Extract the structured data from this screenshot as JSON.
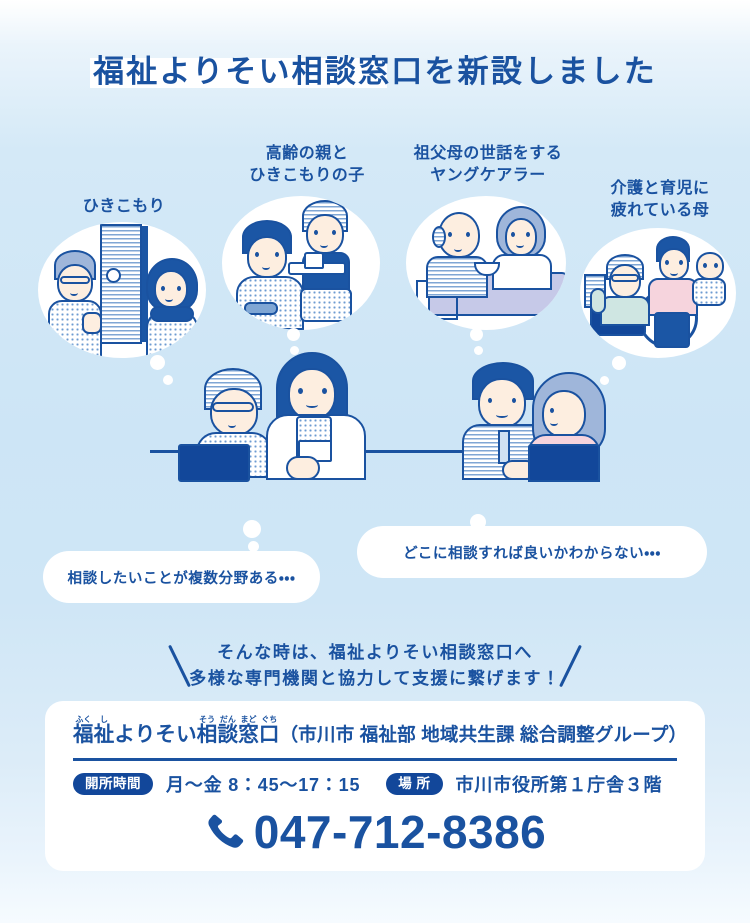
{
  "theme": {
    "brand_blue": "#1a52a0",
    "deep_blue": "#12479a",
    "bg_light_blue": "#cde5f6",
    "bubble_white": "#ffffff"
  },
  "title": {
    "highlighted": "福祉よりそい相談窓口",
    "rest": "を新設しました",
    "full": "福祉よりそい相談窓口を新設しました"
  },
  "thought_bubbles": [
    {
      "id": "hikikomori",
      "label": "ひきこもり",
      "label_lines": [
        "ひきこもり"
      ],
      "scene": "elderly-parent-at-door-with-withdrawn-child"
    },
    {
      "id": "elderly-parent-and-hikikomori-child",
      "label": "高齢の親とひきこもりの子",
      "label_lines": [
        "高齢の親と",
        "ひきこもりの子"
      ],
      "scene": "elderly-mother-bringing-meal-tray-to-adult-child"
    },
    {
      "id": "young-carer",
      "label": "祖父母の世話をするヤングケアラー",
      "label_lines": [
        "祖父母の世話をする",
        "ヤングケアラー"
      ],
      "scene": "girl-feeding-grandparent-in-bed"
    },
    {
      "id": "tired-mother",
      "label": "介護と育児に疲れている母",
      "label_lines": [
        "介護と育児に",
        "疲れている母"
      ],
      "scene": "mother-pushing-wheelchair-while-carrying-baby"
    }
  ],
  "counter_scene": {
    "left_pair": "staff-in-white-coat-with-elderly-visitor",
    "right_pair": "staff-in-suit-with-woman-visitor"
  },
  "speech_bubbles": [
    {
      "id": "multiple-fields",
      "text": "相談したいことが複数分野ある・・・"
    },
    {
      "id": "where-to-consult",
      "text": "どこに相談すれば良いかわからない・・・"
    }
  ],
  "mid_message": {
    "line1": "そんな時は、福祉よりそい相談窓口へ",
    "line2": "多様な専門機関と協力して支援に繋げます！"
  },
  "info_panel": {
    "office_name": "福祉よりそい相談窓口",
    "office_ruby": {
      "fuku": "ふく",
      "shi": "し",
      "sou": "そう",
      "dan": "だん",
      "mado": "まど",
      "guchi": "ぐち"
    },
    "office_kanji": {
      "fuku": "福",
      "shi": "祉",
      "yorisoi": "よりそい",
      "sou": "相",
      "dan": "談",
      "mado": "窓",
      "guchi": "口"
    },
    "department": "（市川市 福祉部 地域共生課 総合調整グループ）",
    "hours_label": "開所時間",
    "hours_value": "月～金  8：45～17：15",
    "place_label": "場 所",
    "place_value": "市川市役所第１庁舎３階",
    "phone_number": "047-712-8386",
    "phone_icon": "phone-handset-icon"
  }
}
